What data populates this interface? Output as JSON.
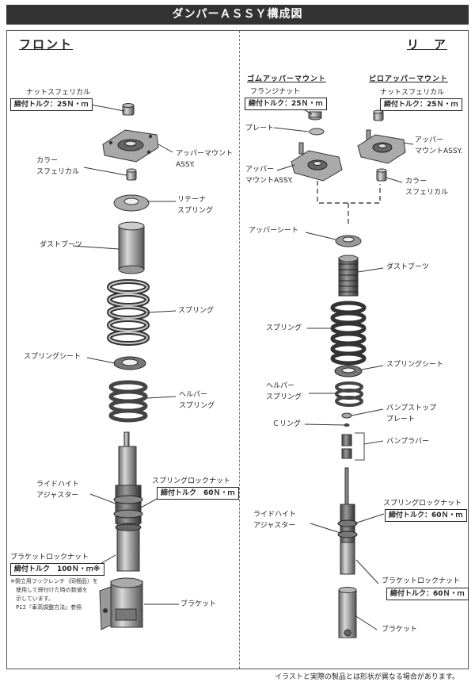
{
  "title": "ダンパーＡＳＳＹ構成図",
  "front": {
    "heading": "フロント",
    "labels": {
      "nut_spherical": "ナットスフェリカル",
      "nut_torque": "締付トルク：25Ｎ・ｍ",
      "upper_mount": "アッパーマウント\nASSY.",
      "collar_spherical": "カラー\nスフェリカル",
      "retainer_spring": "リテーナ\nスプリング",
      "dust_boots": "ダストブーツ",
      "spring": "スプリング",
      "spring_seat": "スプリングシート",
      "helper_spring": "ヘルパー\nスプリング",
      "ride_height_adjuster": "ライドハイト\nアジャスター",
      "spring_lock_nut": "スプリングロックナット",
      "spring_lock_torque": "締付トルク　60Ｎ・ｍ",
      "bracket_lock_nut": "ブラケットロックナット",
      "bracket_lock_torque": "締付トルク　100Ｎ・ｍ※",
      "note": "※倒立用フックレンチ（同梱品）を\n　使用して締付けた時の数値を\n　示しています。\n　P12『車高調整方法』参照",
      "bracket": "ブラケット"
    }
  },
  "rear": {
    "heading": "リ　ア",
    "rubber_heading": "ゴムアッパーマウント",
    "pillow_heading": "ピロアッパーマウント",
    "labels": {
      "flange_nut": "フランジナット",
      "flange_torque": "締付トルク：25Ｎ・ｍ",
      "nut_spherical": "ナットスフェリカル",
      "nut_torque": "締付トルク：25Ｎ・ｍ",
      "plate": "プレート",
      "upper_mount_left": "アッパー\nマウントASSY.",
      "upper_mount_right": "アッパー\nマウントASSY.",
      "collar_spherical": "カラー\nスフェリカル",
      "upper_seat": "アッパーシート",
      "dust_boots": "ダストブーツ",
      "spring": "スプリング",
      "spring_seat": "スプリングシート",
      "helper_spring": "ヘルパー\nスプリング",
      "bump_stop_plate": "バンプストップ\nプレート",
      "c_ring": "Ｃリング",
      "bump_rubber": "バンプラバー",
      "ride_height_adjuster": "ライドハイト\nアジャスター",
      "spring_lock_nut": "スプリングロックナット",
      "spring_lock_torque": "締付トルク：60Ｎ・ｍ",
      "bracket_lock_nut": "ブラケットロックナット",
      "bracket_lock_torque": "締付トルク：60Ｎ・ｍ",
      "bracket": "ブラケット"
    }
  },
  "footer": "イラストと実際の製品とは形状が異なる場合があります。"
}
